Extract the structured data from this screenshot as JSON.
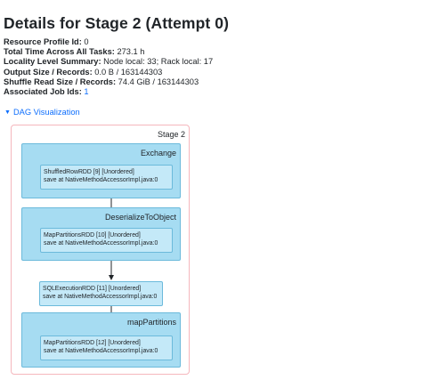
{
  "title": "Details for Stage 2 (Attempt 0)",
  "summary": [
    {
      "label": "Resource Profile Id:",
      "value": "0"
    },
    {
      "label": "Total Time Across All Tasks:",
      "value": "273.1 h"
    },
    {
      "label": "Locality Level Summary:",
      "value": "Node local: 33; Rack local: 17"
    },
    {
      "label": "Output Size / Records:",
      "value": "0.0 B / 163144303"
    },
    {
      "label": "Shuffle Read Size / Records:",
      "value": "74.4 GiB / 163144303"
    }
  ],
  "job_ids": {
    "label": "Associated Job Ids:",
    "value": "1"
  },
  "dag": {
    "toggle_label": "DAG Visualization",
    "stage_label": "Stage 2",
    "clusters": [
      {
        "label": "Exchange",
        "node": {
          "line1": "ShuffledRowRDD [9] [Unordered]",
          "line2": "save at NativeMethodAccessorImpl.java:0"
        }
      },
      {
        "label": "DeserializeToObject",
        "node": {
          "line1": "MapPartitionsRDD [10] [Unordered]",
          "line2": "save at NativeMethodAccessorImpl.java:0"
        }
      },
      {
        "label": "mapPartitions",
        "node": {
          "line1": "MapPartitionsRDD [12] [Unordered]",
          "line2": "save at NativeMethodAccessorImpl.java:0"
        }
      }
    ],
    "standalone_node": {
      "line1": "SQLExecutionRDD [11] [Unordered]",
      "line2": "save at NativeMethodAccessorImpl.java:0"
    }
  }
}
